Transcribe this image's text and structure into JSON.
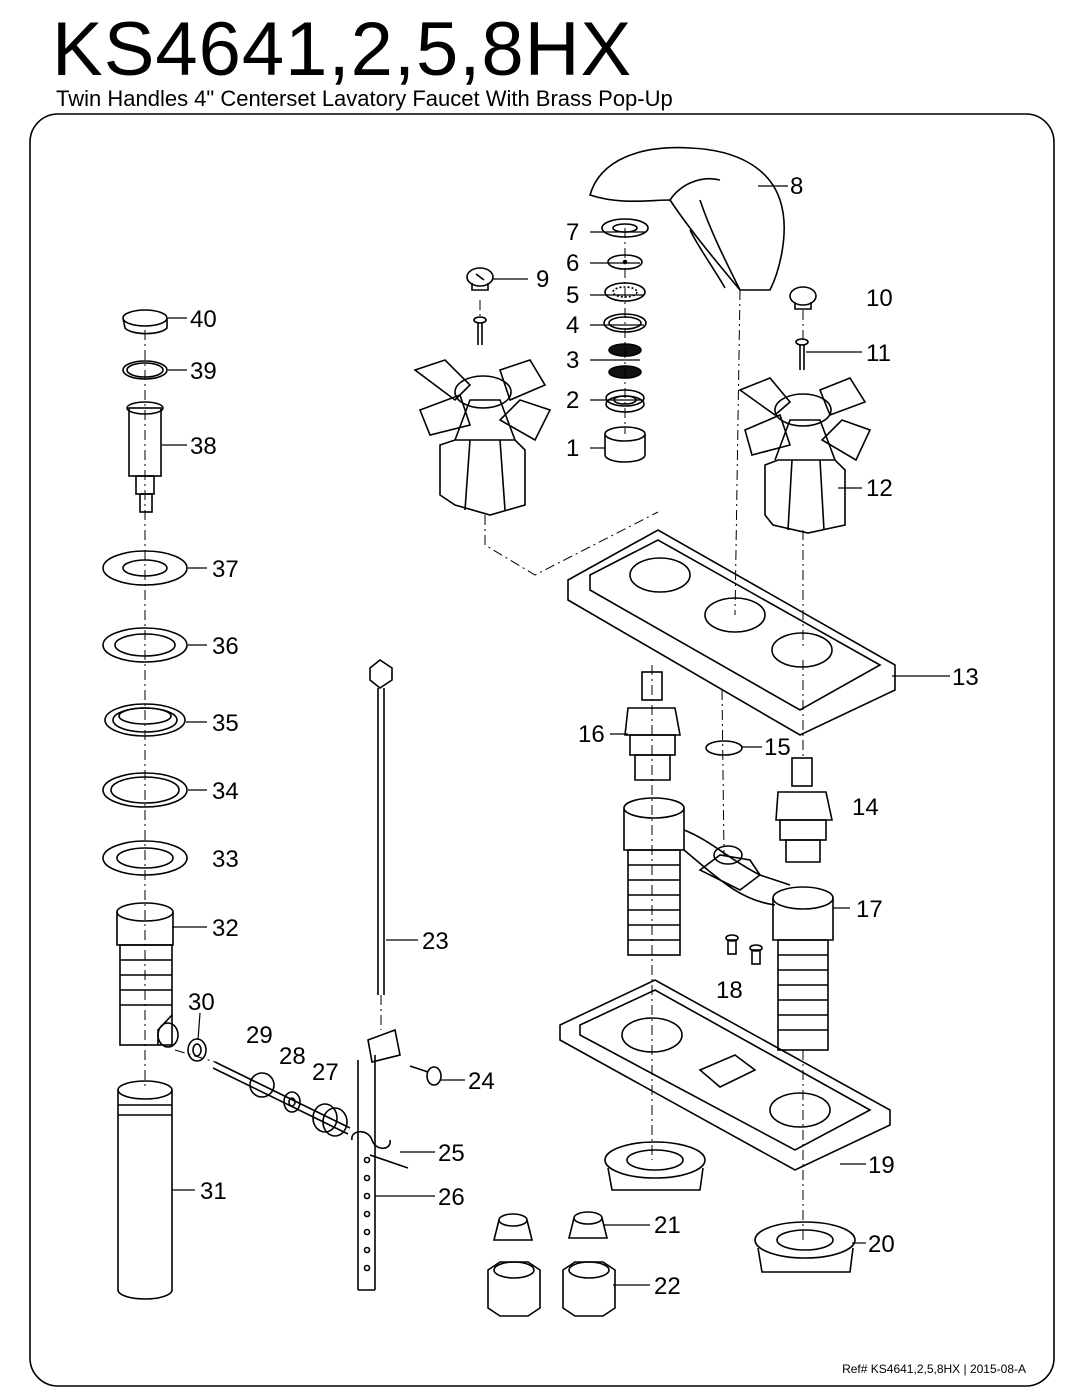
{
  "header": {
    "title": "KS4641,2,5,8HX",
    "subtitle": "Twin Handles 4\" Centerset Lavatory Faucet With Brass Pop-Up"
  },
  "callouts": [
    {
      "id": "1",
      "label": "1"
    },
    {
      "id": "2",
      "label": "2"
    },
    {
      "id": "3",
      "label": "3"
    },
    {
      "id": "4",
      "label": "4"
    },
    {
      "id": "5",
      "label": "5"
    },
    {
      "id": "6",
      "label": "6"
    },
    {
      "id": "7",
      "label": "7"
    },
    {
      "id": "8",
      "label": "8"
    },
    {
      "id": "9",
      "label": "9"
    },
    {
      "id": "10",
      "label": "10"
    },
    {
      "id": "11",
      "label": "11"
    },
    {
      "id": "12",
      "label": "12"
    },
    {
      "id": "13",
      "label": "13"
    },
    {
      "id": "14",
      "label": "14"
    },
    {
      "id": "15",
      "label": "15"
    },
    {
      "id": "16",
      "label": "16"
    },
    {
      "id": "17",
      "label": "17"
    },
    {
      "id": "18",
      "label": "18"
    },
    {
      "id": "19",
      "label": "19"
    },
    {
      "id": "20",
      "label": "20"
    },
    {
      "id": "21",
      "label": "21"
    },
    {
      "id": "22",
      "label": "22"
    },
    {
      "id": "23",
      "label": "23"
    },
    {
      "id": "24",
      "label": "24"
    },
    {
      "id": "25",
      "label": "25"
    },
    {
      "id": "26",
      "label": "26"
    },
    {
      "id": "27",
      "label": "27"
    },
    {
      "id": "28",
      "label": "28"
    },
    {
      "id": "29",
      "label": "29"
    },
    {
      "id": "30",
      "label": "30"
    },
    {
      "id": "31",
      "label": "31"
    },
    {
      "id": "32",
      "label": "32"
    },
    {
      "id": "33",
      "label": "33"
    },
    {
      "id": "34",
      "label": "34"
    },
    {
      "id": "35",
      "label": "35"
    },
    {
      "id": "36",
      "label": "36"
    },
    {
      "id": "37",
      "label": "37"
    },
    {
      "id": "38",
      "label": "38"
    },
    {
      "id": "39",
      "label": "39"
    },
    {
      "id": "40",
      "label": "40"
    }
  ],
  "footer": {
    "ref": "Ref# KS4641,2,5,8HX | 2015-08-A"
  },
  "colors": {
    "line": "#000000",
    "background": "#ffffff",
    "washer_fill": "#111111"
  }
}
